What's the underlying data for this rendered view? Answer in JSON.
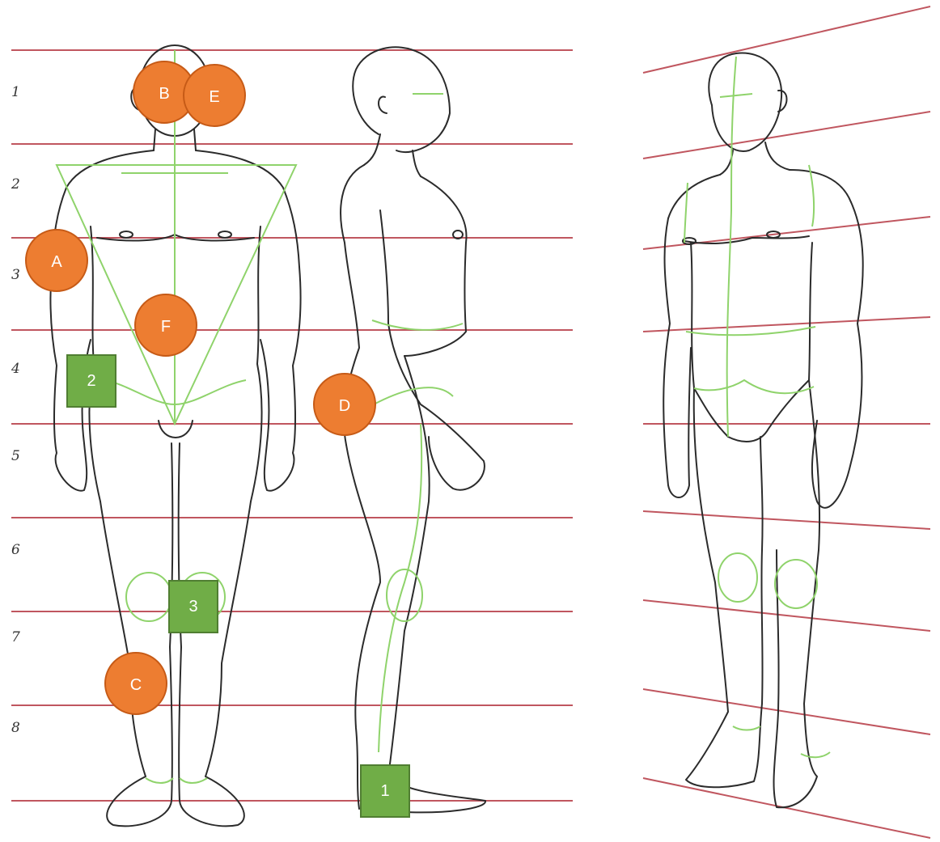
{
  "colors": {
    "guide_line": "#c0565f",
    "outline": "#2b2b2b",
    "construction": "#8fd36b",
    "circle_marker": "#ed7d31",
    "square_marker": "#70ad47",
    "marker_text": "#ffffff"
  },
  "row_labels": [
    "1",
    "2",
    "3",
    "4",
    "5",
    "6",
    "7",
    "8"
  ],
  "circle_markers": {
    "a": "A",
    "b": "B",
    "c": "C",
    "d": "D",
    "e": "E",
    "f": "F"
  },
  "square_markers": {
    "one": "1",
    "two": "2",
    "three": "3"
  }
}
